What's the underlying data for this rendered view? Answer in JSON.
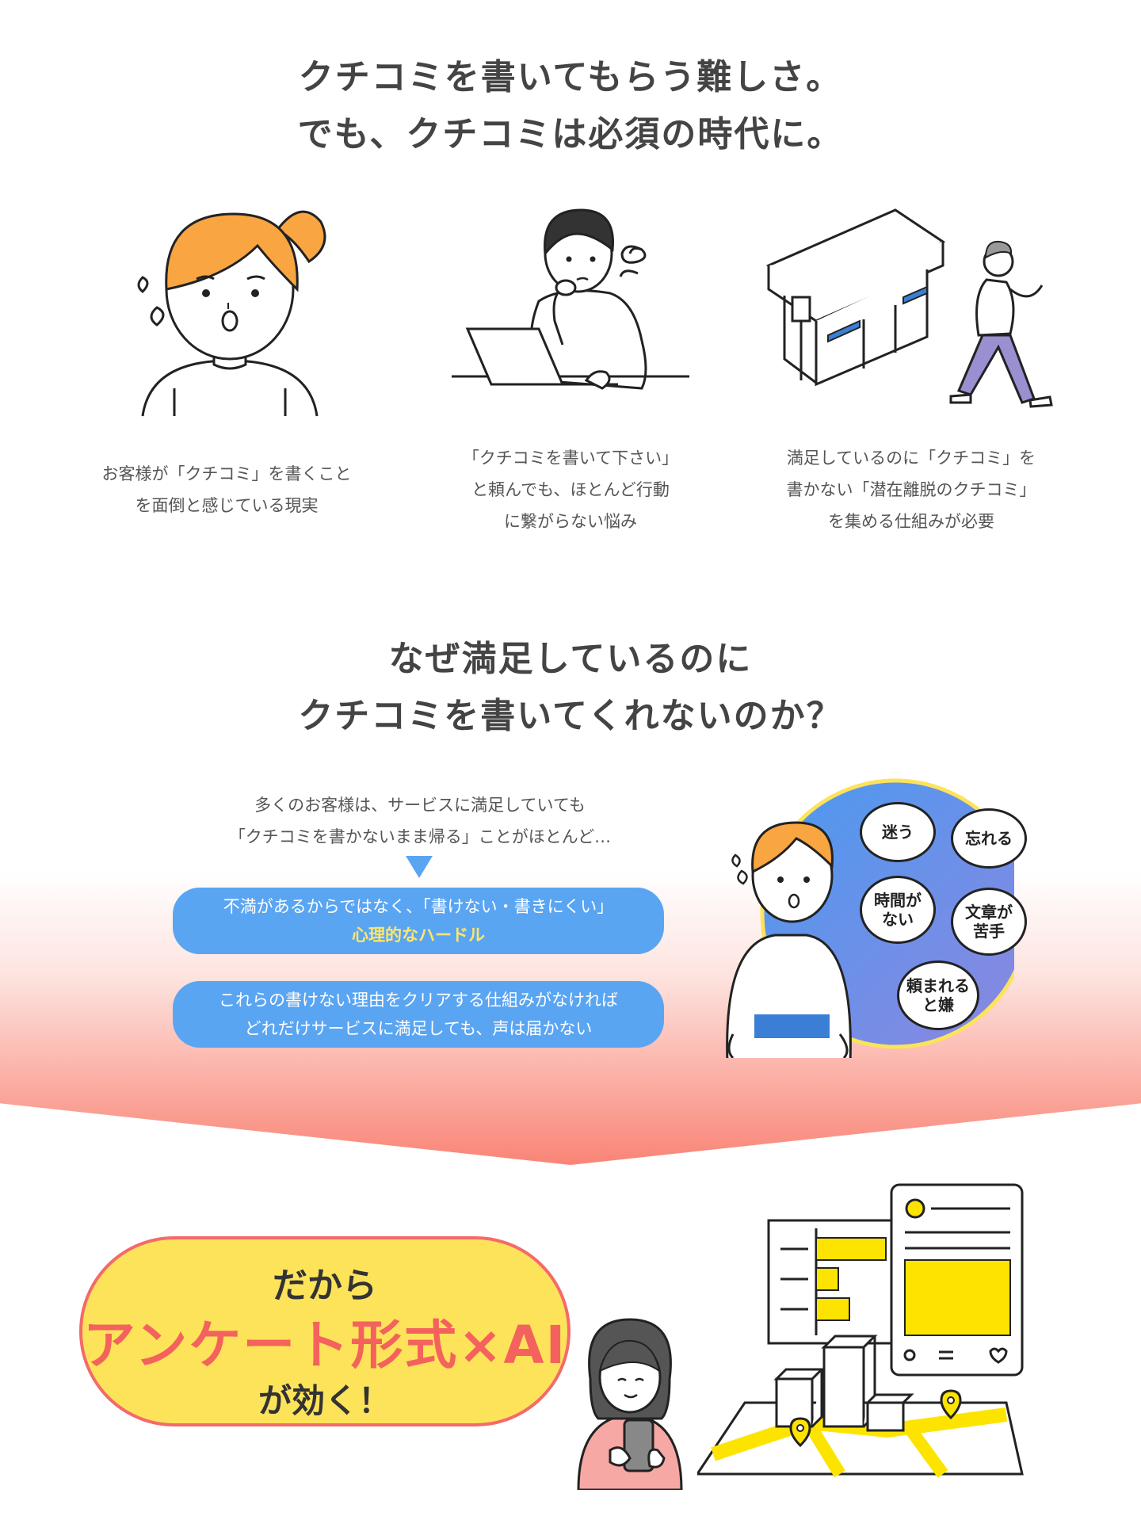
{
  "section1": {
    "headline_line1": "クチコミを書いてもらう難しさ。",
    "headline_line2": "でも、クチコミは必須の時代に。",
    "cards": [
      {
        "line1": "お客様が「クチコミ」を書くこと",
        "line2": "を面倒と感じている現実"
      },
      {
        "line1": "「クチコミを書いて下さい」",
        "line2": "と頼んでも、ほとんど行動",
        "line3": "に繋がらない悩み"
      },
      {
        "line1": "満足しているのに「クチコミ」を",
        "line2": "書かない「潜在離脱のクチコミ」",
        "line3": "を集める仕組みが必要"
      }
    ]
  },
  "section2": {
    "headline_line1": "なぜ満足しているのに",
    "headline_line2": "クチコミを書いてくれないのか？",
    "intro_line1": "多くのお客様は、サービスに満足していても",
    "intro_line2": "「クチコミを書かないまま帰る」ことがほとんど…",
    "pill1_line1": "不満があるからではなく、「書けない・書きにくい」",
    "pill1_highlight": "心理的なハードル",
    "pill2_line1": "これらの書けない理由をクリアする仕組みがなければ",
    "pill2_line2": "どれだけサービスに満足しても、声は届かない",
    "bubbles": {
      "b1": "迷う",
      "b2": "忘れる",
      "b3a": "時間が",
      "b3b": "ない",
      "b4a": "文章が",
      "b4b": "苦手",
      "b5a": "頼まれる",
      "b5b": "と嫌"
    }
  },
  "section3": {
    "cta_line1": "だから",
    "cta_line2": "アンケート形式×AI",
    "cta_line3": "が効く！"
  },
  "colors": {
    "accent_blue": "#5aa5f2",
    "accent_red": "#f4625d",
    "accent_yellow": "#fde35a",
    "hair_orange": "#f9a542"
  }
}
